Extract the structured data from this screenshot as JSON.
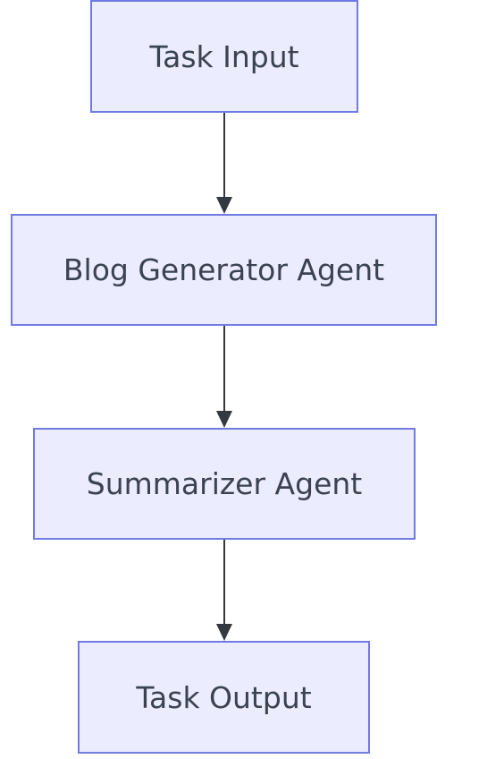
{
  "diagram": {
    "type": "flowchart",
    "direction": "top-to-bottom",
    "colors": {
      "node_fill": "#ececff",
      "node_border": "#6f7be3",
      "text": "#3b4250",
      "edge": "#34383f"
    },
    "nodes": [
      {
        "id": "task-input",
        "label": "Task Input"
      },
      {
        "id": "blog-generator",
        "label": "Blog Generator Agent"
      },
      {
        "id": "summarizer",
        "label": "Summarizer Agent"
      },
      {
        "id": "task-output",
        "label": "Task Output"
      }
    ],
    "edges": [
      {
        "from": "task-input",
        "to": "blog-generator"
      },
      {
        "from": "blog-generator",
        "to": "summarizer"
      },
      {
        "from": "summarizer",
        "to": "task-output"
      }
    ]
  }
}
